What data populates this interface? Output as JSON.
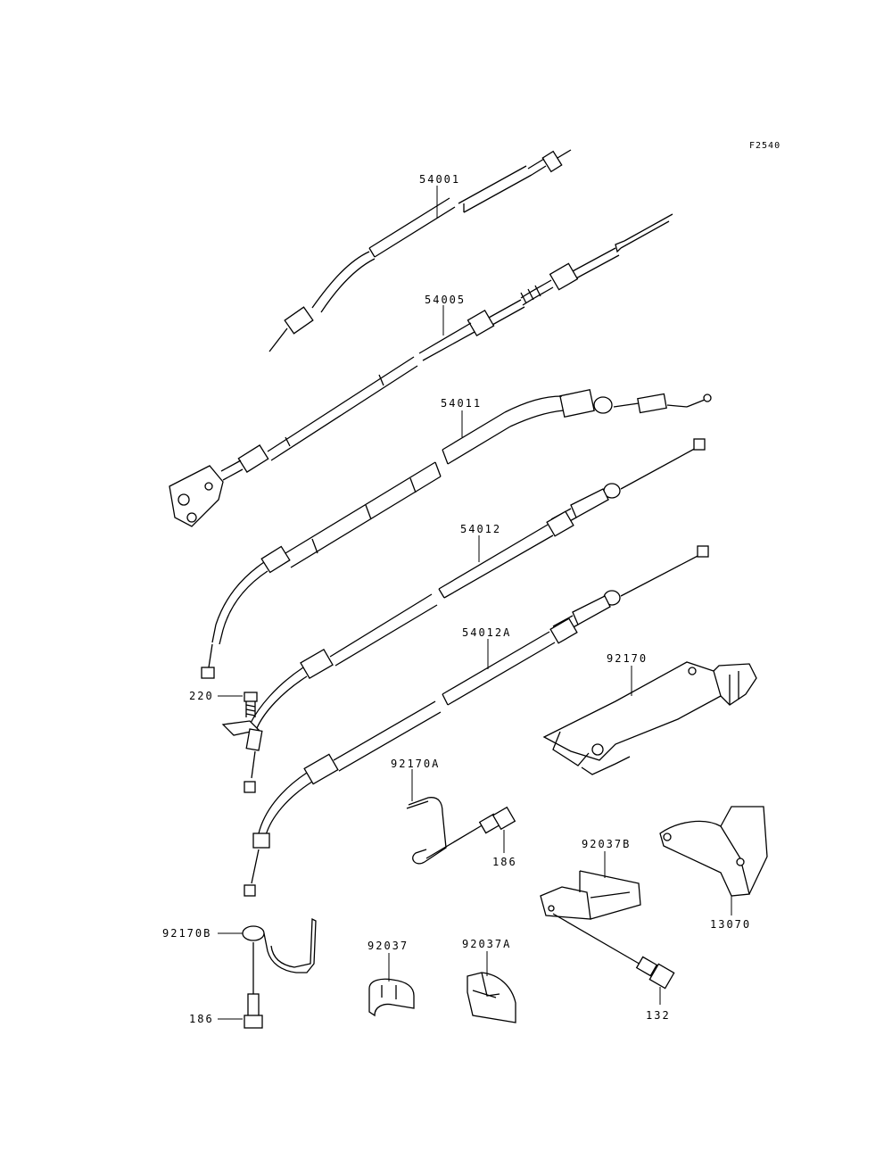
{
  "figure_code": "F2540",
  "parts": {
    "p54001": "54001",
    "p54005": "54005",
    "p54011": "54011",
    "p54012": "54012",
    "p54012A": "54012A",
    "p92170": "92170",
    "p220": "220",
    "p92170A": "92170A",
    "p186a": "186",
    "p92037B": "92037B",
    "p13070": "13070",
    "p92170B": "92170B",
    "p92037": "92037",
    "p92037A": "92037A",
    "p132": "132",
    "p186b": "186"
  }
}
